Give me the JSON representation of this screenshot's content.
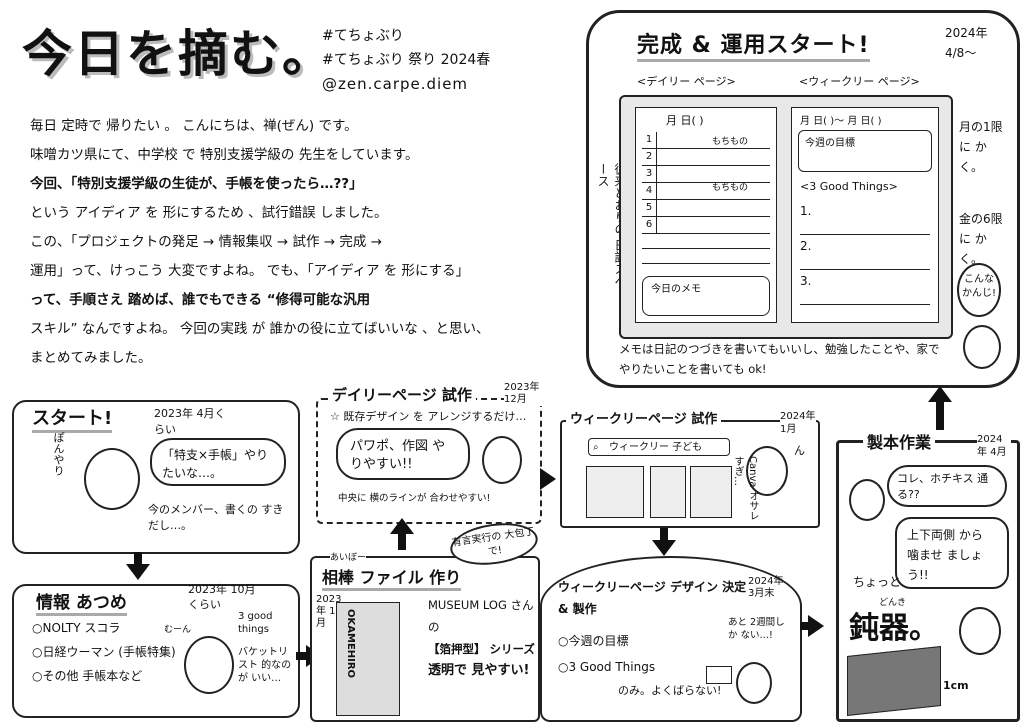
{
  "header": {
    "title": "今日を摘む。",
    "tag1": "#てちょぶり",
    "tag2": "#てちょぶり 祭り 2024春",
    "account": "@zen.carpe.diem"
  },
  "intro": {
    "lines": [
      "毎日 定時で 帰りたい 。 こんにちは、禅(ぜん) です。",
      "味噌カツ県にて、中学校 で 特別支援学級の 先生をしています。",
      "今回、「特別支援学級の生徒が、手帳を使ったら…??」",
      "という アイディア を 形にするため 、試行錯誤 しました。",
      "この、「プロジェクトの発足 → 情報集収 → 試作 → 完成 →",
      "運用」って、けっこう 大変ですよね。 でも、「アイディア を 形にする」",
      "って、手順さえ 踏めば、誰でもできる “修得可能な汎用",
      "スキル” なんですよね。 今回の実践 が 誰かの役に立てばいいな 、と思い、",
      "まとめてみました。"
    ]
  },
  "complete": {
    "heading": "完成 & 運用スタート!",
    "date": "2024年 4/8〜",
    "daily_label": "<デイリー ページ>",
    "weekly_label": "<ウィークリー ページ>",
    "daily_date": "月 日( )",
    "daily_rows": [
      "1",
      "2",
      "3",
      "4",
      "5",
      "6"
    ],
    "daily_side1": "もちもの",
    "daily_side2": "もちもの",
    "daily_memo": "今日のメモ",
    "side_vertical": "従来どおりの 日記スペース",
    "weekly_date": "月 日( )〜 月 日( )",
    "weekly_goal": "今週の目標",
    "weekly_3gt": "<3 Good Things>",
    "weekly_nums": [
      "1.",
      "2.",
      "3."
    ],
    "note_mon": "月の1限 に かく。",
    "note_fri": "金の6限 に かく。",
    "bubble_howto": "こんな かんじ!",
    "memo_note": "メモは日記のつづきを書いてもいいし、勉強したことや、家でやりたいことを書いても ok!"
  },
  "start": {
    "heading": "スタート!",
    "date": "2023年 4月くらい",
    "sound": "ぽんやり",
    "bubble": "「特支×手帳」やりたいな…。",
    "note": "今のメンバー、書くの すきだし…。"
  },
  "info": {
    "heading": "情報 あつめ",
    "date": "2023年 10月くらい",
    "items": [
      "○NOLTY スコラ",
      "○日経ウーマン (手帳特集)",
      "○その他 手帳本など"
    ],
    "note1": "3 good things",
    "note2": "バケットリスト 的なのが いい…",
    "face": "むーん"
  },
  "daily": {
    "heading": "デイリーページ 試作",
    "date": "2023年 12月",
    "sub": "☆ 既存デザイン を アレンジするだけ…",
    "bubble": "パワポ、作図 やりやすい!!",
    "note": "中央に 横のラインが 合わせやすい!"
  },
  "weekly": {
    "heading": "ウィークリーページ 試作",
    "date": "2024年 1月",
    "search": "ウィークリー 子ども",
    "side": "Canva オサレすぎ…",
    "sound": "ん"
  },
  "file": {
    "heading": "相棒 ファイル 作り",
    "ruby": "あいぼー",
    "date": "2023年 11月",
    "spine": "OKAMEHIRO",
    "text1": "MUSEUM LOG さんの",
    "text2": "【箔押型】 シリーズ",
    "text3": "透明で 見やすい!",
    "bubble": "有言実行の 大包丁で!"
  },
  "decide": {
    "heading": "ウィークリーページ デザイン 決定 & 製作",
    "date": "2024年 3月末",
    "items": [
      "○今週の目標",
      "○3 Good Things"
    ],
    "tail": "のみ。よくばらない!",
    "note": "あと 2週間しか ない…!"
  },
  "binding": {
    "heading": "製本作業",
    "date": "2024年 4月",
    "bubble1": "コレ、ホチキス 通る??",
    "bubble2": "上下両側 から 噛ませ ましょう!!",
    "note": "ちょっと",
    "big": "鈍器。",
    "ruby": "どんき",
    "size": "1cm"
  }
}
